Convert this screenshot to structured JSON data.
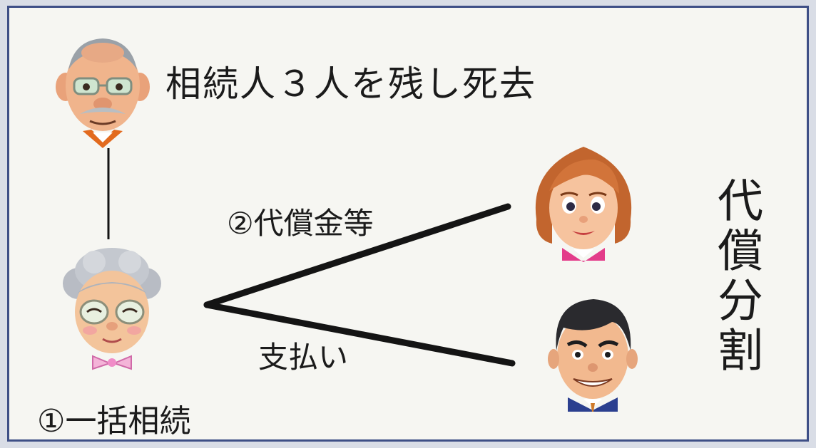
{
  "title": "相続人３人を残し死去",
  "branch_top_label": "②代償金等",
  "branch_bottom_label": "支払い",
  "caption": "①一括相続",
  "side_label": "代償分割",
  "colors": {
    "border": "#3e4f86",
    "background": "#f6f6f2",
    "line": "#141414"
  },
  "figures": {
    "grandfather": "grandfather-avatar",
    "grandmother": "grandmother-avatar",
    "daughter": "daughter-avatar",
    "son": "son-avatar"
  }
}
